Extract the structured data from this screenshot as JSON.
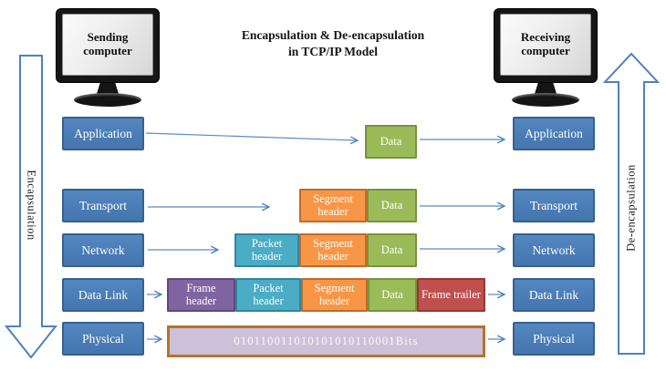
{
  "title": {
    "line1": "Encapsulation & De-encapsulation",
    "line2": "in TCP/IP Model"
  },
  "computers": {
    "sending": "Sending computer",
    "receiving": "Receiving computer"
  },
  "side_arrows": {
    "left_label": "Encapsulation",
    "right_label": "De-encapsulation"
  },
  "layers": {
    "left": [
      "Application",
      "Transport",
      "Network",
      "Data Link",
      "Physical"
    ],
    "right": [
      "Application",
      "Transport",
      "Network",
      "Data Link",
      "Physical"
    ]
  },
  "pdu": {
    "application": [
      "Data"
    ],
    "transport": [
      "Segment header",
      "Data"
    ],
    "network": [
      "Packet header",
      "Segment header",
      "Data"
    ],
    "datalink": [
      "Frame header",
      "Packet header",
      "Segment header",
      "Data",
      "Frame trailer"
    ],
    "physical_bits": "010110011010101010110001Bits"
  },
  "colors": {
    "layer_blue": "#4a7cb5",
    "layer_blue_border": "#37618e",
    "data_green": "#9bbb59",
    "segment_orange": "#f79646",
    "packet_teal": "#4bacc6",
    "frame_purple": "#8064a2",
    "trailer_red": "#c0504d",
    "bits_lavender": "#ccc1d9",
    "bits_border": "#b7722d",
    "arrow_blue": "#4f81bd"
  }
}
